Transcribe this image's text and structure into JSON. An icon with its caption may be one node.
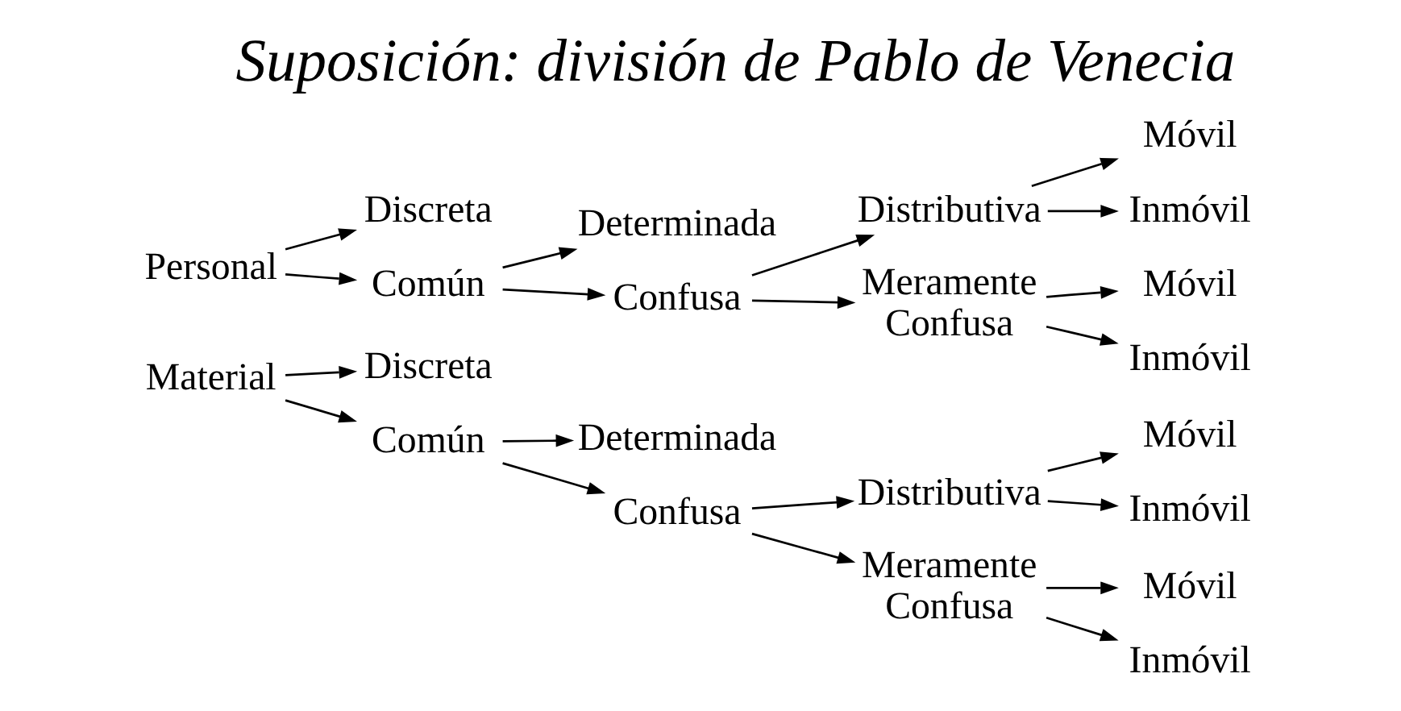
{
  "diagram": {
    "title": "Suposición: división de Pablo de Venecia",
    "nodes": [
      {
        "text": [
          "Material"
        ]
      },
      {
        "text": [
          "Discreta"
        ]
      },
      {
        "text": [
          "Común"
        ]
      },
      {
        "text": [
          "Determinada"
        ]
      },
      {
        "text": [
          "Confusa"
        ]
      },
      {
        "text": [
          "Distributiva"
        ]
      },
      {
        "text": [
          "Móvil"
        ]
      },
      {
        "text": [
          "Inmóvil"
        ]
      },
      {
        "text": [
          "Meramente Confusa"
        ]
      },
      {
        "text": [
          "Móvil"
        ]
      },
      {
        "text": [
          "Inmóvil"
        ]
      },
      {
        "text": [
          "Personal"
        ]
      },
      {
        "text": [
          "Discreta"
        ]
      },
      {
        "text": [
          "Común"
        ]
      },
      {
        "text": [
          "Determinada"
        ]
      },
      {
        "text": [
          "Confusa"
        ]
      },
      {
        "text": [
          "Distributiva"
        ]
      },
      {
        "text": [
          "Móvil"
        ]
      },
      {
        "text": [
          "Inmóvil"
        ]
      },
      {
        "text": [
          "Meramente Confusa"
        ]
      },
      {
        "text": [
          "Móvil"
        ]
      },
      {
        "text": [
          "Inmóvil"
        ]
      }
    ],
    "edges": [
      {
        "from": 0,
        "to": 1,
        "arrow": "to"
      },
      {
        "from": 0,
        "to": 2,
        "arrow": "to"
      },
      {
        "from": 2,
        "to": 3,
        "arrow": "to"
      },
      {
        "from": 2,
        "to": 4,
        "arrow": "to"
      },
      {
        "from": 4,
        "to": 5,
        "arrow": "to"
      },
      {
        "from": 4,
        "to": 8,
        "arrow": "to"
      },
      {
        "from": 5,
        "to": 6,
        "arrow": "to"
      },
      {
        "from": 5,
        "to": 7,
        "arrow": "to"
      },
      {
        "from": 8,
        "to": 9,
        "arrow": "to"
      },
      {
        "from": 8,
        "to": 10,
        "arrow": "to"
      },
      {
        "from": 11,
        "to": 12,
        "arrow": "to"
      },
      {
        "from": 11,
        "to": 13,
        "arrow": "to"
      },
      {
        "from": 13,
        "to": 14,
        "arrow": "to"
      },
      {
        "from": 13,
        "to": 15,
        "arrow": "to"
      },
      {
        "from": 15,
        "to": 16,
        "arrow": "to"
      },
      {
        "from": 15,
        "to": 19,
        "arrow": "to"
      },
      {
        "from": 16,
        "to": 17,
        "arrow": "to"
      },
      {
        "from": 16,
        "to": 18,
        "arrow": "to"
      },
      {
        "from": 19,
        "to": 20,
        "arrow": "to"
      },
      {
        "from": 19,
        "to": 21,
        "arrow": "to"
      }
    ]
  }
}
